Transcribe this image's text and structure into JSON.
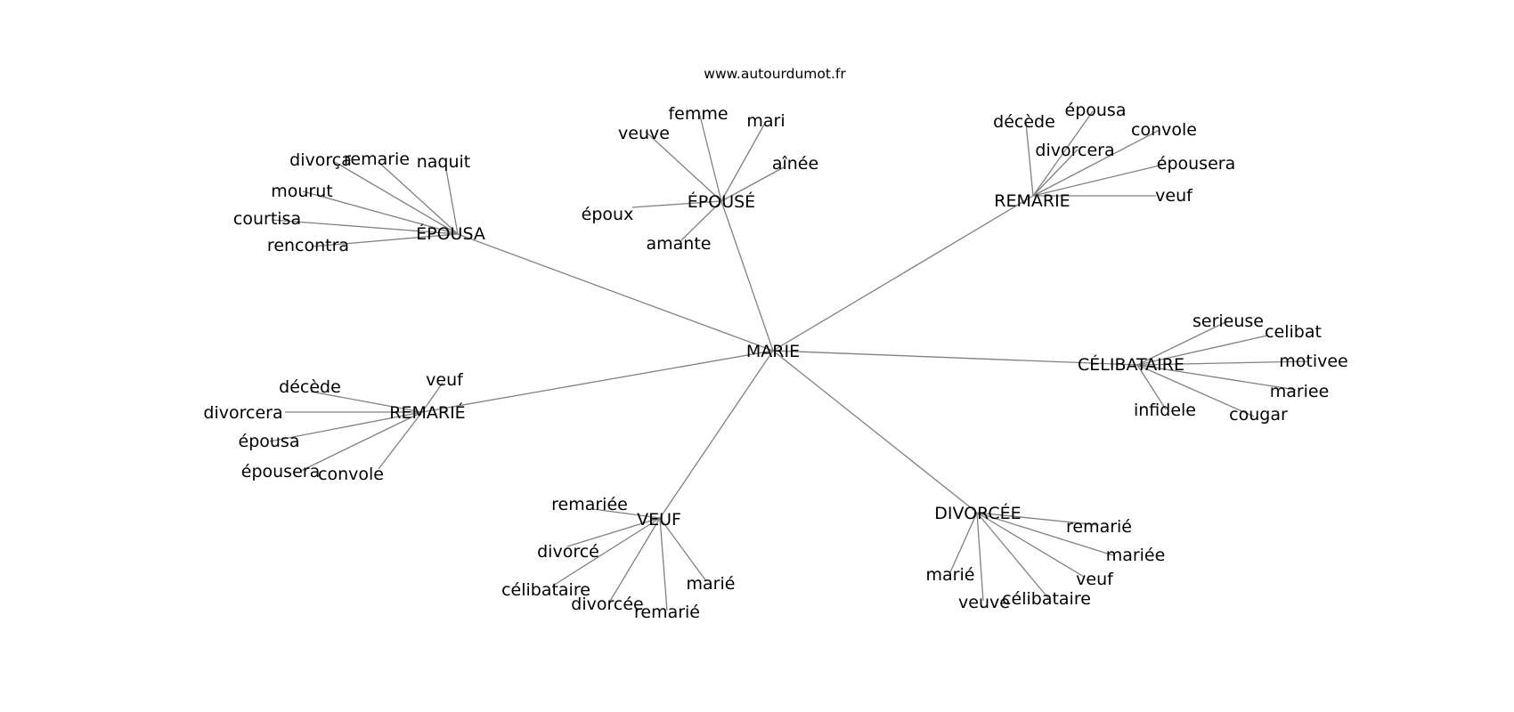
{
  "source": "www.autourdumot.fr",
  "center": "MARIE",
  "clusters": [
    {
      "hub": "ÉPOUSA",
      "leaves": [
        "divorça",
        "remarie",
        "naquit",
        "mourut",
        "courtisa",
        "rencontra"
      ]
    },
    {
      "hub": "ÉPOUSÉ",
      "leaves": [
        "femme",
        "veuve",
        "mari",
        "aînée",
        "époux",
        "amante"
      ]
    },
    {
      "hub": "REMARIE",
      "leaves": [
        "décède",
        "épousa",
        "convole",
        "divorcera",
        "épousera",
        "veuf"
      ]
    },
    {
      "hub": "CÉLIBATAIRE",
      "leaves": [
        "serieuse",
        "celibat",
        "motivee",
        "mariee",
        "infidele",
        "cougar"
      ]
    },
    {
      "hub": "REMARIÉ",
      "leaves": [
        "veuf",
        "décède",
        "divorcera",
        "épousa",
        "épousera",
        "convole"
      ]
    },
    {
      "hub": "VEUF",
      "leaves": [
        "remariée",
        "divorcé",
        "célibataire",
        "divorcée",
        "remarié",
        "marié"
      ]
    },
    {
      "hub": "DIVORCÉE",
      "leaves": [
        "remarié",
        "mariée",
        "veuf",
        "marié",
        "veuve",
        "célibataire"
      ]
    }
  ]
}
